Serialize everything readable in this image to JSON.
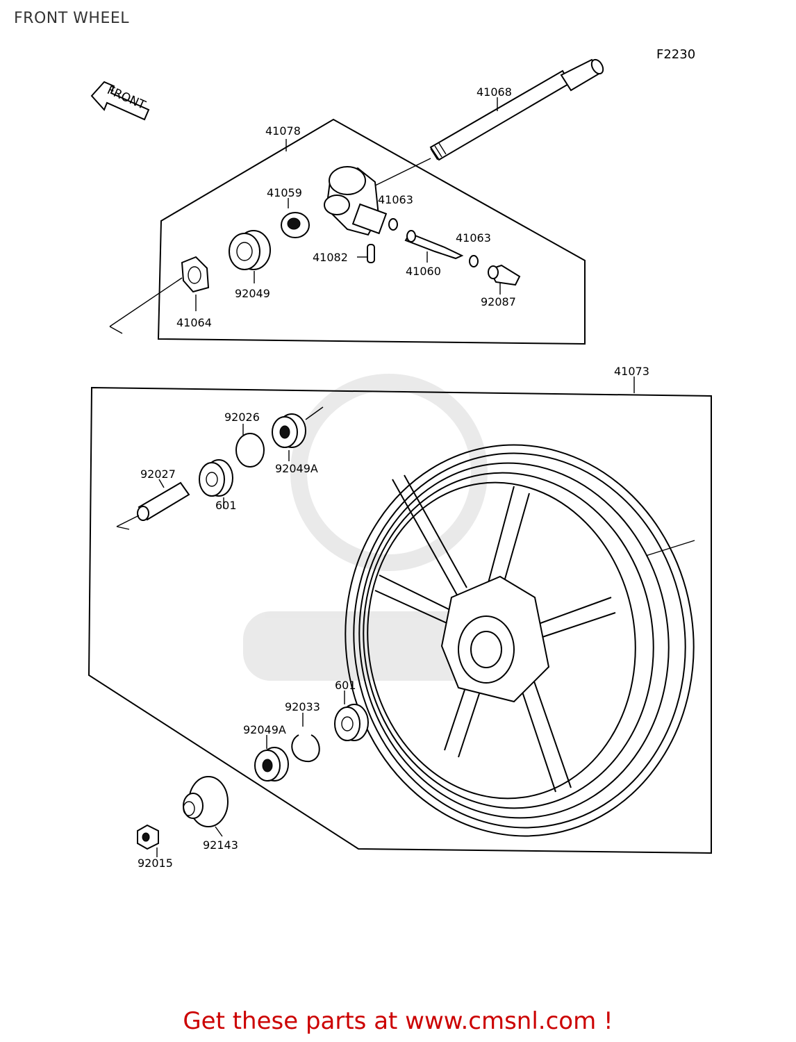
{
  "title": "FRONT WHEEL",
  "diagram_code": "F2230",
  "front_arrow_label": "FRONT",
  "parts": {
    "p41068": "41068",
    "p41078": "41078",
    "p41059": "41059",
    "p41063a": "41063",
    "p41063b": "41063",
    "p41082": "41082",
    "p41060": "41060",
    "p92049": "92049",
    "p92087": "92087",
    "p41064": "41064",
    "p41073": "41073",
    "p92026": "92026",
    "p92049A_top": "92049A",
    "p92027": "92027",
    "p601_top": "601",
    "p601_bottom": "601",
    "p92033": "92033",
    "p92049A_bottom": "92049A",
    "p92143": "92143",
    "p92015": "92015"
  },
  "footer": "Get these parts at www.cmsnl.com !"
}
